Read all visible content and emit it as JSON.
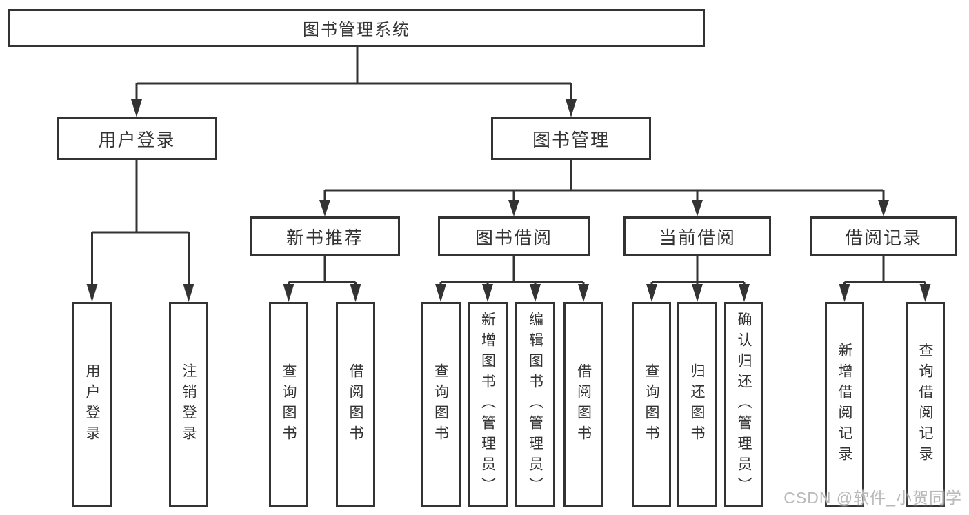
{
  "diagram": {
    "root": {
      "label": "图书管理系统"
    },
    "login": {
      "label": "用户登录",
      "children": {
        "a": "用户登录",
        "b": "注销登录"
      }
    },
    "mgmt": {
      "label": "图书管理"
    },
    "recommend": {
      "label": "新书推荐",
      "children": {
        "a": "查询图书",
        "b": "借阅图书"
      }
    },
    "borrow": {
      "label": "图书借阅",
      "children": {
        "a": "查询图书",
        "b": "新增图书（管理员）",
        "c": "编辑图书（管理员）",
        "d": "借阅图书"
      }
    },
    "current": {
      "label": "当前借阅",
      "children": {
        "a": "查询图书",
        "b": "归还图书",
        "c": "确认归还（管理员）"
      }
    },
    "records": {
      "label": "借阅记录",
      "children": {
        "a": "新增借阅记录",
        "b": "查询借阅记录"
      }
    }
  },
  "watermark": {
    "text": "CSDN @软件_小贺同学"
  },
  "colors": {
    "line": "#333333",
    "text": "#333333",
    "box_background": "#ffffff",
    "watermark": "#b9b9b9",
    "page_background": "#ffffff"
  }
}
